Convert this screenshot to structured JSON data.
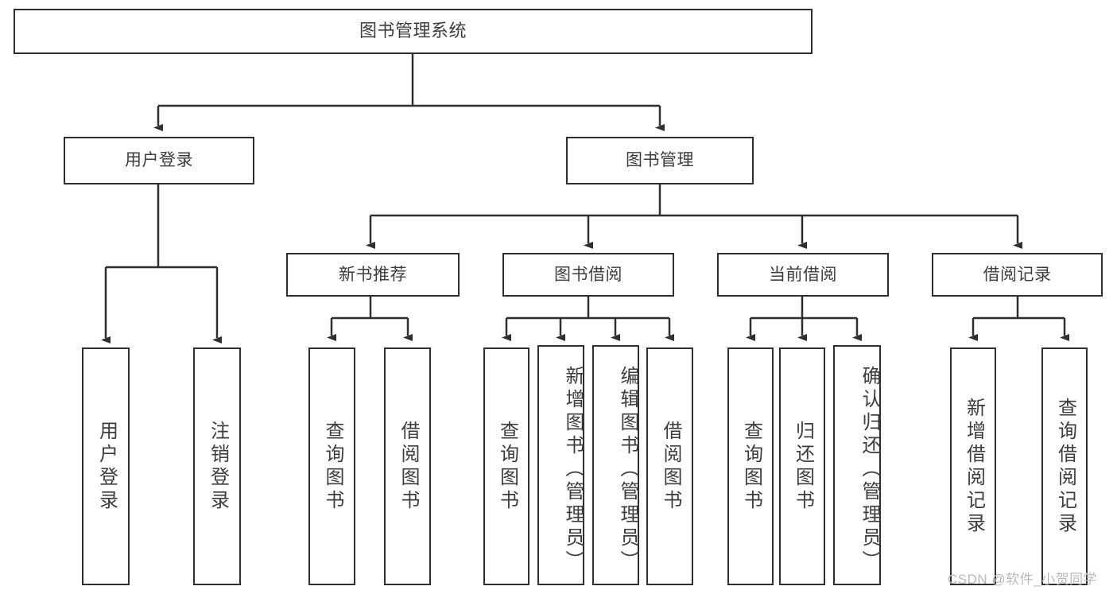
{
  "diagram": {
    "title": "图书管理系统",
    "type": "tree-hierarchy-diagram",
    "watermark": "CSDN @软件_小贺同学",
    "colors": {
      "box_border": "#2f2f2f",
      "box_fill": "#ffffff",
      "text": "#3d3d3d",
      "line": "#333333",
      "watermark": "#b9b9b9",
      "background": "#ffffff"
    },
    "root": {
      "label": "图书管理系统"
    },
    "level2": [
      {
        "label": "用户登录"
      },
      {
        "label": "图书管理"
      }
    ],
    "level3": [
      {
        "label": "新书推荐"
      },
      {
        "label": "图书借阅"
      },
      {
        "label": "当前借阅"
      },
      {
        "label": "借阅记录"
      }
    ],
    "leaves": {
      "user_login": [
        {
          "label": "用户登录"
        },
        {
          "label": "注销登录"
        }
      ],
      "new_book_recommend": [
        {
          "label": "查询图书"
        },
        {
          "label": "借阅图书"
        }
      ],
      "book_borrow": [
        {
          "label": "查询图书"
        },
        {
          "label": "新增图书（管理员）"
        },
        {
          "label": "编辑图书（管理员）"
        },
        {
          "label": "借阅图书"
        }
      ],
      "current_borrow": [
        {
          "label": "查询图书"
        },
        {
          "label": "归还图书"
        },
        {
          "label": "确认归还（管理员）"
        }
      ],
      "borrow_record": [
        {
          "label": "新增借阅记录"
        },
        {
          "label": "查询借阅记录"
        }
      ]
    }
  }
}
